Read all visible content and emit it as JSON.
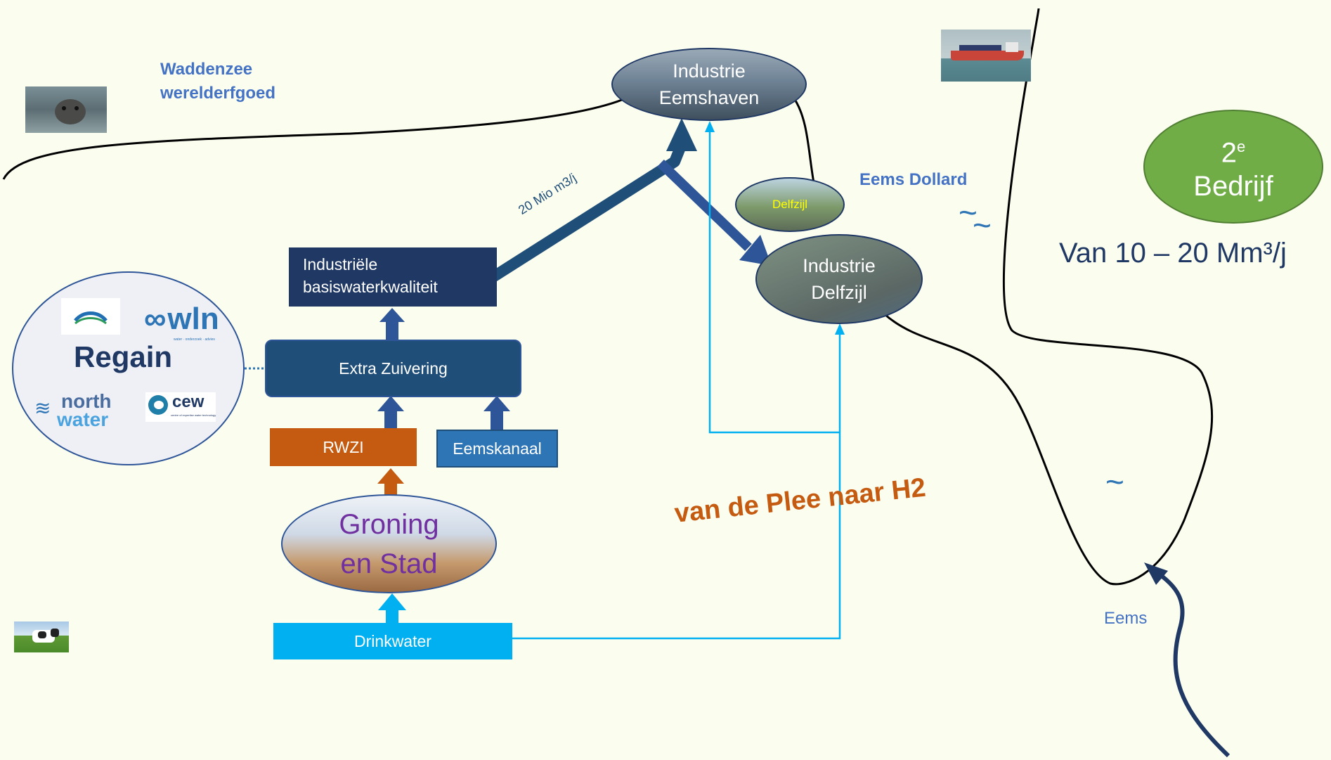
{
  "labels": {
    "waddenzee_line1": "Waddenzee",
    "waddenzee_line2": "werelderfgoed",
    "eems_dollard": "Eems Dollard",
    "eems": "Eems",
    "flow_label": "20 Mio m3/j",
    "tagline": "van de Plee naar H2",
    "wave_1": "~",
    "wave_2": "~",
    "wave_3": "~"
  },
  "boxes": {
    "industriele_line1": "Industriële",
    "industriele_line2": "basiswaterkwaliteit",
    "extra_zuivering": "Extra Zuivering",
    "rwzi": "RWZI",
    "eemskanaal": "Eemskanaal",
    "drinkwater": "Drinkwater"
  },
  "ellipses": {
    "eemshaven_line1": "Industrie",
    "eemshaven_line2": "Eemshaven",
    "delfzijl_small": "Delfzijl",
    "delfzijl_line1": "Industrie",
    "delfzijl_line2": "Delfzijl",
    "groningen_line1": "Groning",
    "groningen_line2": "en Stad"
  },
  "regain": {
    "title": "Regain",
    "wln": "wln",
    "wln_tagline": "water · onderzoek · advies",
    "north": "north",
    "water": "water",
    "cew": "cew",
    "cew_tagline": "centre of expertise water technology"
  },
  "second_company": {
    "number": "2",
    "superscript": "e",
    "word": "Bedrijf",
    "volume": "Van 10 – 20 Mm³/j"
  },
  "colors": {
    "background": "#fbfdef",
    "dark_navy": "#1f3864",
    "mid_blue": "#2e75b6",
    "light_blue": "#00b0f0",
    "orange": "#c55a11",
    "green": "#70ad47",
    "label_blue": "#4472c4",
    "purple": "#7030a0"
  }
}
